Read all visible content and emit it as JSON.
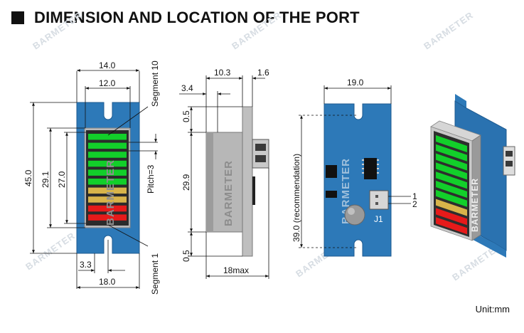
{
  "header": {
    "title": "DIMENSION AND LOCATION OF THE PORT"
  },
  "footer": {
    "unit": "Unit:mm"
  },
  "front_view": {
    "width_outer": "14.0",
    "width_inner": "12.0",
    "height_total": "45.0",
    "height_display": "29.1",
    "height_segments": "27.0",
    "pitch": "Pitch=3",
    "hole_offset": "3.3",
    "base_width": "18.0",
    "segment_top_label": "Segment 10",
    "segment_bottom_label": "Segment 1",
    "segment_colors": [
      "#12cf2a",
      "#12cf2a",
      "#12cf2a",
      "#12cf2a",
      "#12cf2a",
      "#12cf2a",
      "#d8b44a",
      "#d8b44a",
      "#e61a1a",
      "#e61a1a"
    ],
    "brand_vertical": "BARMETER"
  },
  "side_view": {
    "depth_top": "10.3",
    "thickness": "1.6",
    "offset_left": "3.4",
    "gap_top": "0.5",
    "height_middle": "29.9",
    "gap_bottom": "0.5",
    "depth_max": "18max",
    "brand_vertical": "BARMETER"
  },
  "back_view": {
    "width": "19.0",
    "height_recommendation": "39.0 (recommendation)",
    "pin1": "1",
    "pin2": "2",
    "connector_label": "J1",
    "brand_vertical": "BARMETER"
  },
  "iso_view": {
    "segment_colors": [
      "#12cf2a",
      "#12cf2a",
      "#12cf2a",
      "#12cf2a",
      "#12cf2a",
      "#12cf2a",
      "#12cf2a",
      "#d8b44a",
      "#e61a1a",
      "#e61a1a"
    ],
    "brand_vertical": "BARMETER"
  },
  "watermark": {
    "text": "BARMETER"
  }
}
